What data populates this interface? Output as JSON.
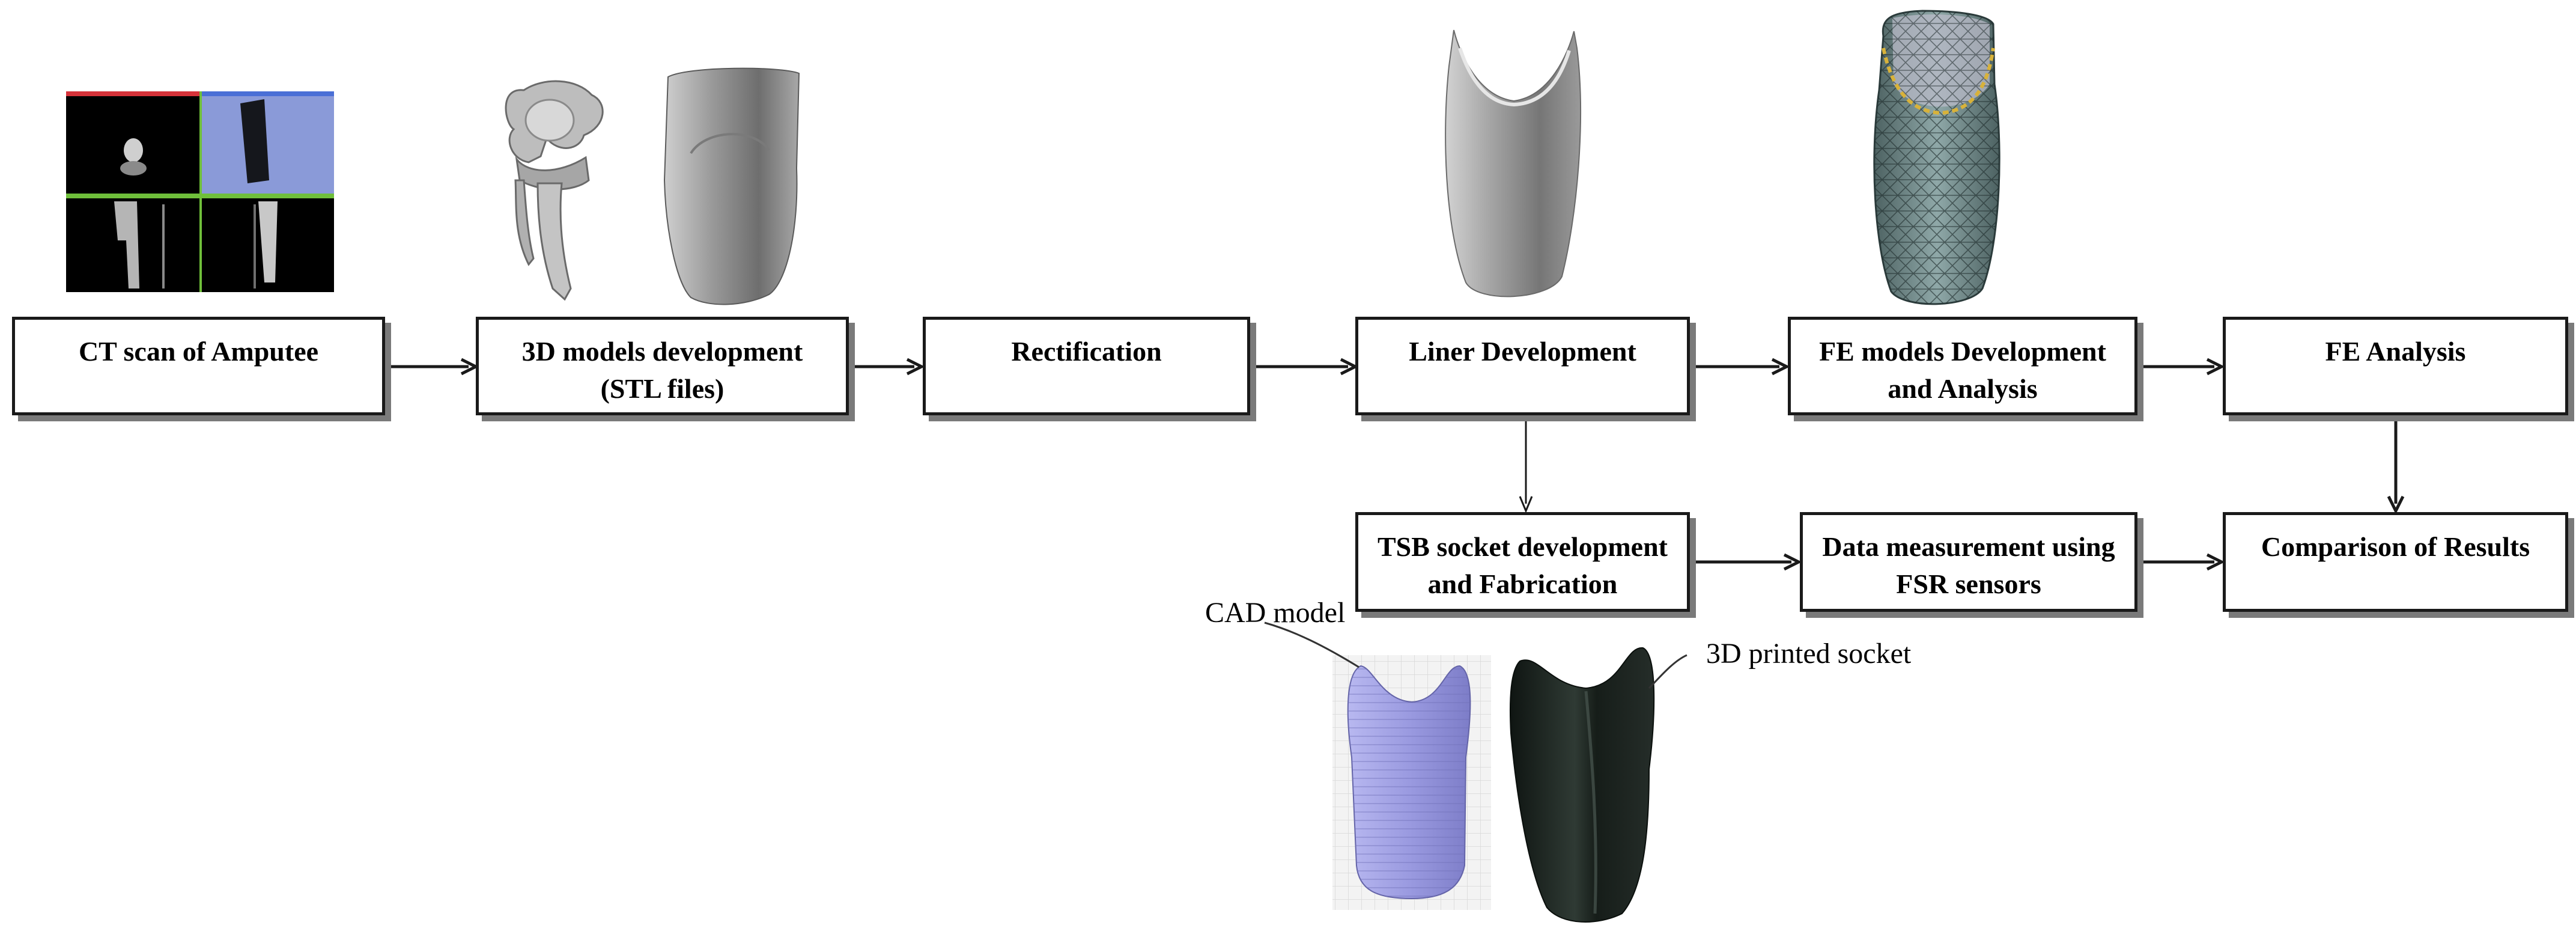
{
  "flow_top": [
    {
      "id": "ct",
      "label": "CT scan of Amputee"
    },
    {
      "id": "models3d",
      "label": "3D models development\n(STL files)"
    },
    {
      "id": "rect",
      "label": "Rectification"
    },
    {
      "id": "liner",
      "label": "Liner Development"
    },
    {
      "id": "fe_dev",
      "label": "FE models Development\nand Analysis"
    },
    {
      "id": "fe_an",
      "label": "FE Analysis"
    }
  ],
  "flow_bottom": [
    {
      "id": "tsb",
      "label": "TSB socket development\nand Fabrication"
    },
    {
      "id": "dm",
      "label": "Data measurement using\nFSR sensors"
    },
    {
      "id": "cmp",
      "label": "Comparison of Results"
    }
  ],
  "captions": {
    "cad_model": "CAD model",
    "printed_socket": "3D printed socket"
  },
  "colors": {
    "box_border": "#1a1a1a",
    "box_shadow": "#7a7a7a",
    "ct_ui_bar_red": "#d6333a",
    "ct_ui_bar_blue": "#4a6fd6",
    "ct_ui_bar_green": "#6fbf3a",
    "cad_fill": "#9a9ae0",
    "printed_socket": "#1c2420",
    "mesh": "#6f8a8a"
  },
  "images": [
    "ct-scan-image",
    "bone-model-image",
    "stump-model-image",
    "liner-image",
    "fe-mesh-image",
    "cad-model-image",
    "printed-socket-image"
  ]
}
